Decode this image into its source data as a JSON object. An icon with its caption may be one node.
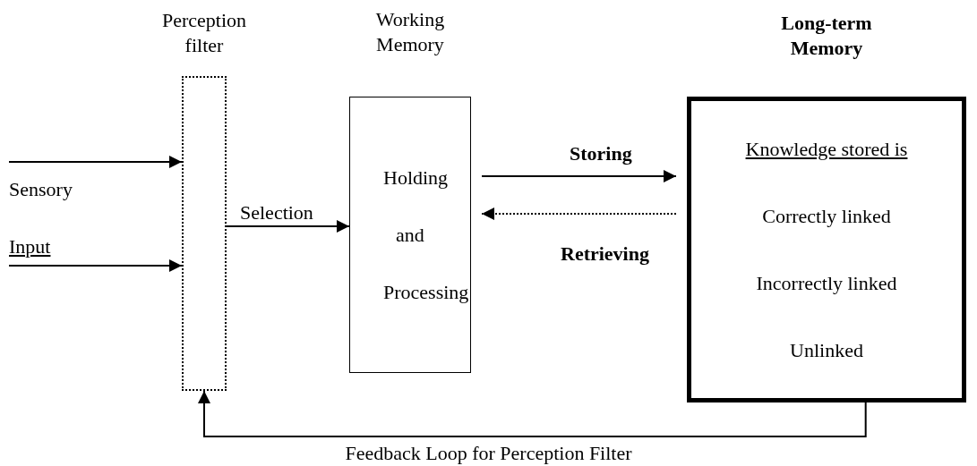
{
  "diagram": {
    "caption": "Feedback Loop for Perception Filter",
    "nodes": [
      {
        "text": [
          "Perception filter"
        ]
      },
      {
        "text": [
          "Working Memory",
          "Holding and Processing"
        ]
      },
      {
        "text": [
          "Long-term Memory",
          "Knowledge stored is",
          "Correctly linked",
          "Incorrectly linked",
          "Unlinked"
        ]
      }
    ],
    "edges": [
      {
        "from": null,
        "to": 0,
        "arrow": "to"
      },
      {
        "from": null,
        "to": 0,
        "arrow": "to"
      },
      {
        "from": 0,
        "to": 1,
        "label": "Selection",
        "arrow": "to"
      },
      {
        "from": 1,
        "to": 2,
        "label": "Storing",
        "arrow": "to"
      },
      {
        "from": 2,
        "to": 1,
        "label": "Retrieving",
        "arrow": "to",
        "style": "dashed"
      },
      {
        "from": 2,
        "to": 0,
        "arrow": "to"
      }
    ],
    "labels": [
      "Sensory",
      "Input"
    ]
  }
}
